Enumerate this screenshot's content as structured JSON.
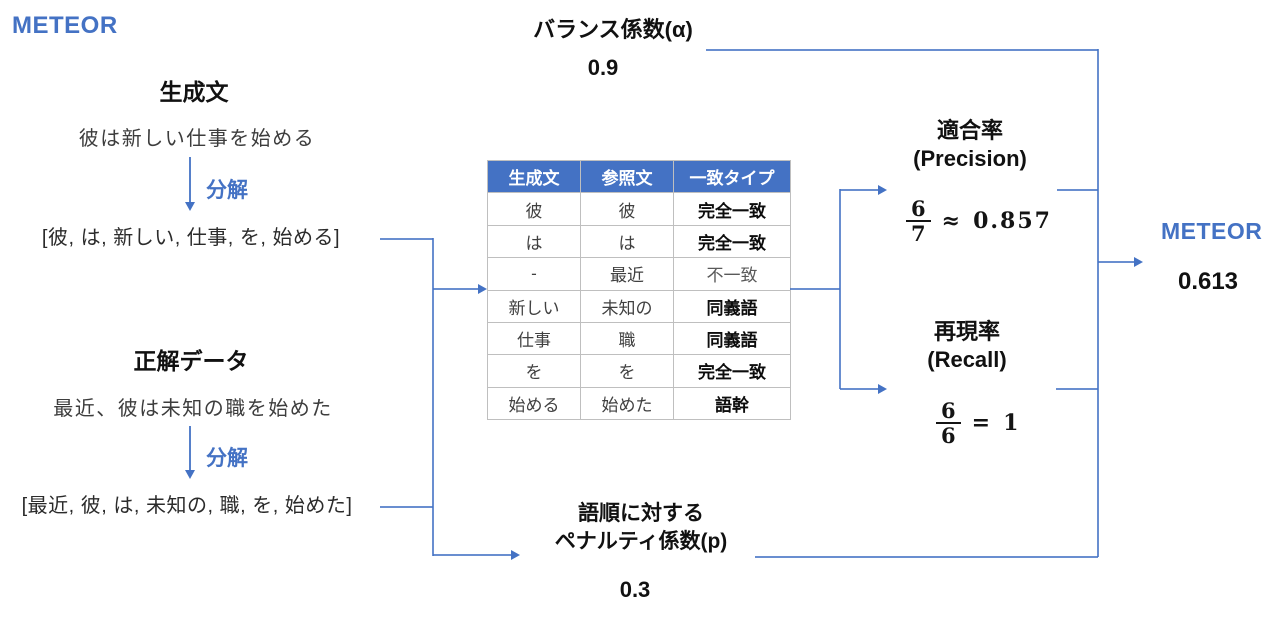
{
  "meteor_title": "METEOR",
  "colors": {
    "accent_blue": "#4472C4",
    "connector_blue": "#4472C4",
    "table_header_bg": "#4472C4",
    "table_header_text": "#ffffff",
    "table_border": "#BFBFBF",
    "body_text": "#3d3d3d",
    "muted_text": "#595959"
  },
  "generated": {
    "heading": "生成文",
    "sentence": "彼は新しい仕事を始める",
    "decompose_label": "分解",
    "tokens": "[彼, は, 新しい, 仕事, を, 始める]"
  },
  "reference": {
    "heading": "正解データ",
    "sentence": "最近、彼は未知の職を始めた",
    "decompose_label": "分解",
    "tokens": "[最近, 彼, は, 未知の, 職, を, 始めた]"
  },
  "alpha": {
    "label": "バランス係数(α)",
    "value": "0.9"
  },
  "penalty": {
    "label_line1": "語順に対する",
    "label_line2": "ペナルティ係数(p)",
    "value": "0.3"
  },
  "match_table": {
    "headers": [
      "生成文",
      "参照文",
      "一致タイプ"
    ],
    "rows": [
      {
        "generated": "彼",
        "reference": "彼",
        "match_type": "完全一致"
      },
      {
        "generated": "は",
        "reference": "は",
        "match_type": "完全一致"
      },
      {
        "generated": "-",
        "reference": "最近",
        "match_type": "不一致"
      },
      {
        "generated": "新しい",
        "reference": "未知の",
        "match_type": "同義語"
      },
      {
        "generated": "仕事",
        "reference": "職",
        "match_type": "同義語"
      },
      {
        "generated": "を",
        "reference": "を",
        "match_type": "完全一致"
      },
      {
        "generated": "始める",
        "reference": "始めた",
        "match_type": "語幹"
      }
    ]
  },
  "precision": {
    "heading": "適合率",
    "subheading": "(Precision)",
    "numerator": "6",
    "denominator": "7",
    "relation": "≈",
    "value": "0.857"
  },
  "recall": {
    "heading": "再現率",
    "subheading": "(Recall)",
    "numerator": "6",
    "denominator": "6",
    "relation": "=",
    "value": "1"
  },
  "result": {
    "label": "METEOR",
    "value": "0.613"
  }
}
